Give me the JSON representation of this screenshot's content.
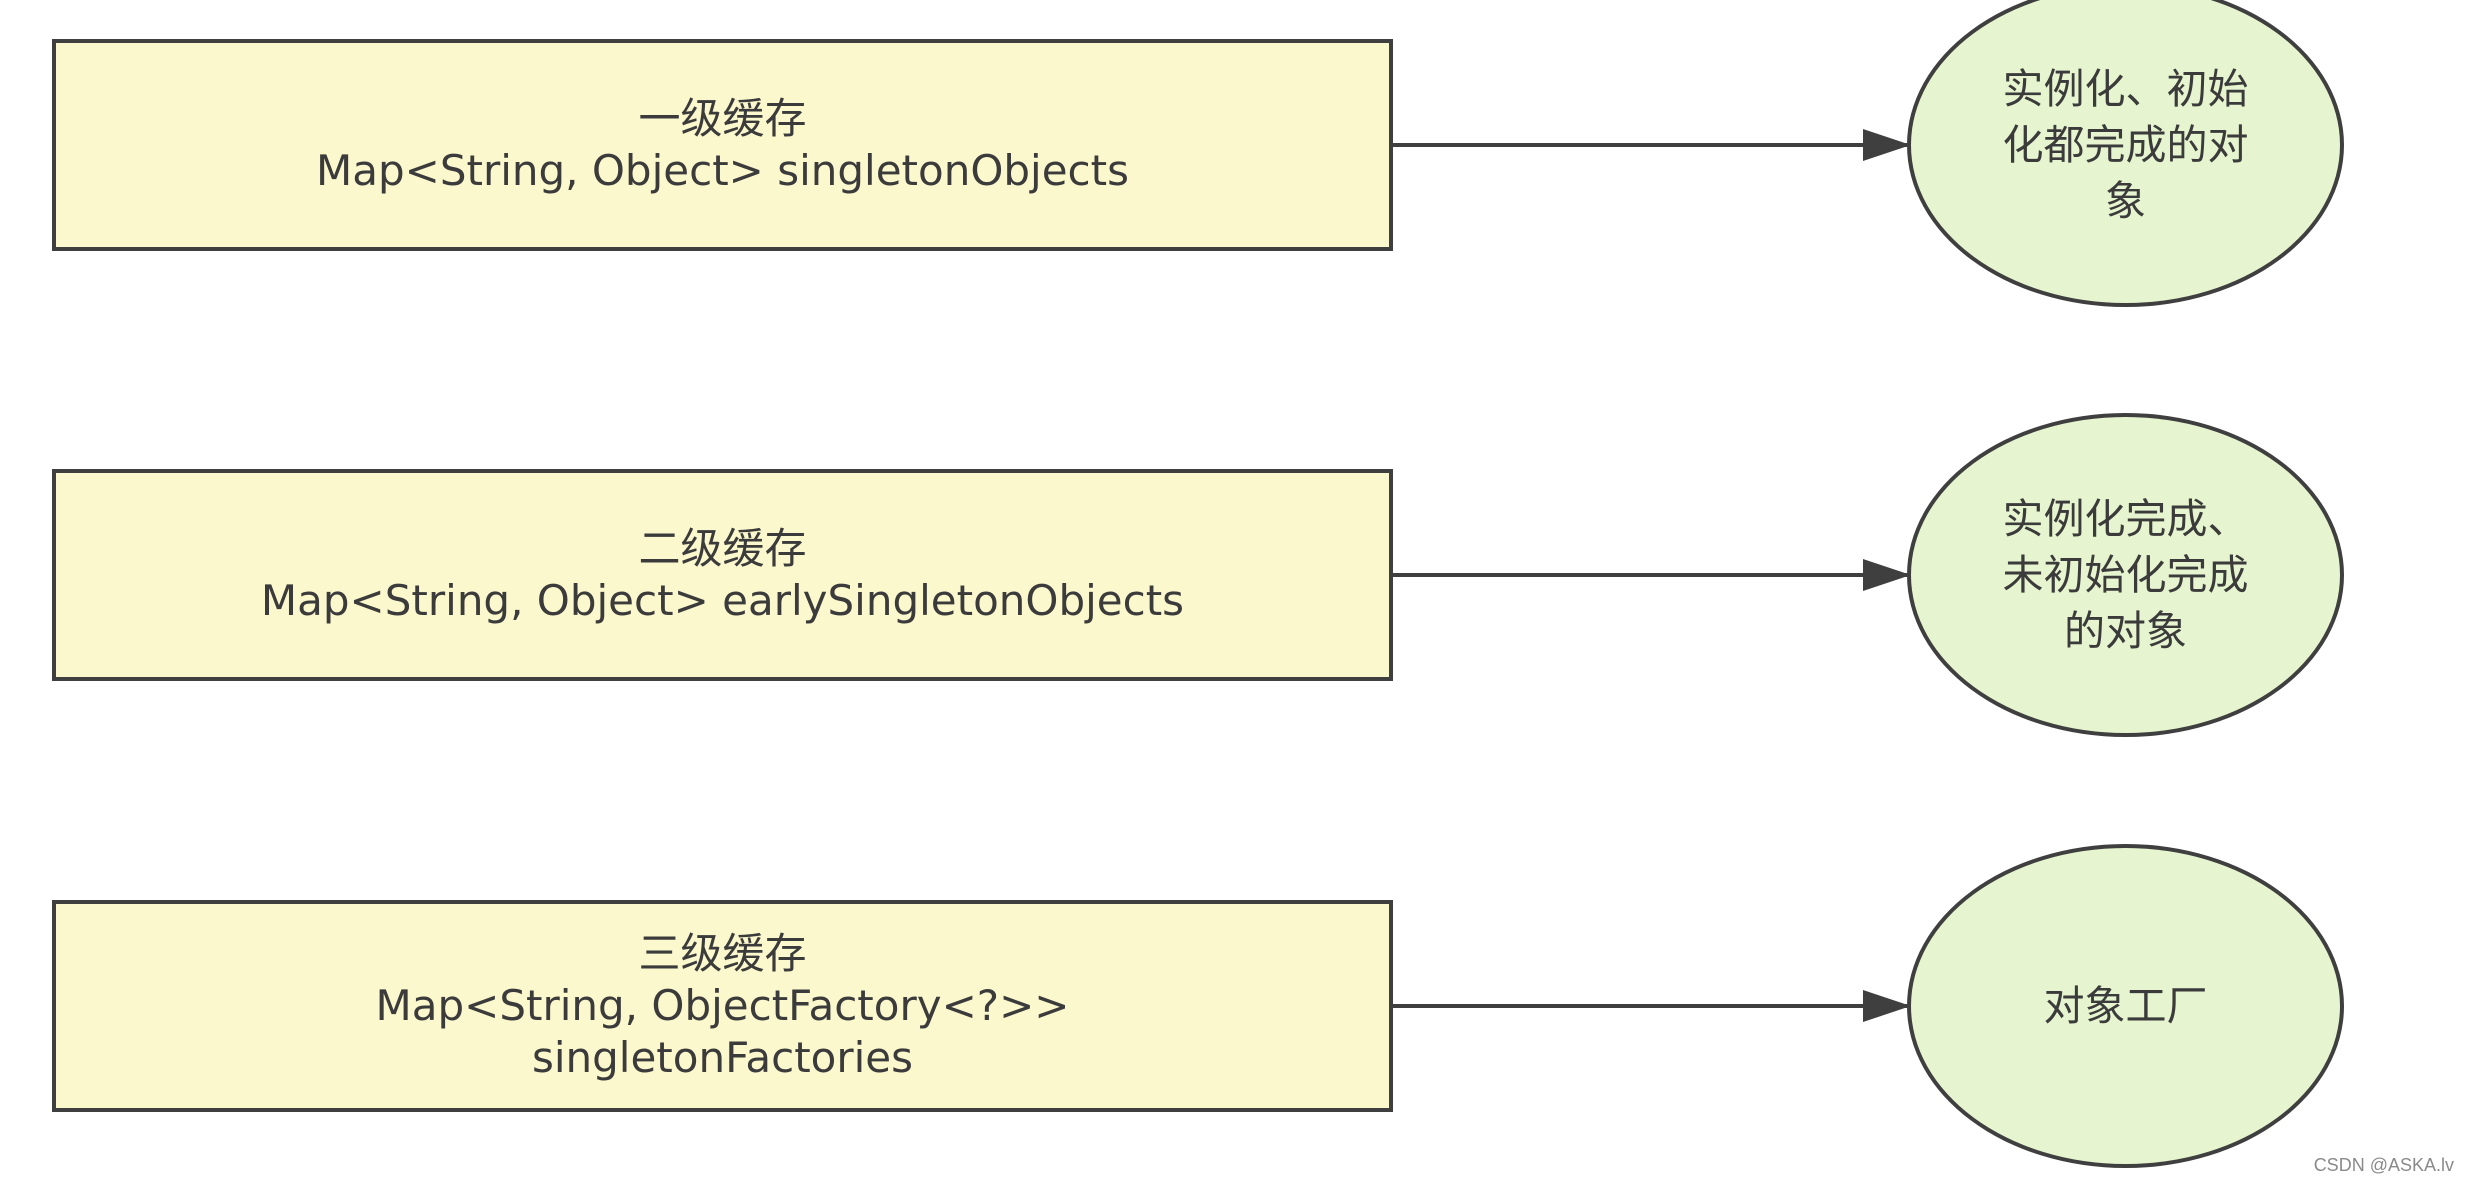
{
  "rows": [
    {
      "cache_title": "一级缓存",
      "map_line1": "Map<String, Object> singletonObjects",
      "map_line2": "",
      "node_lines": [
        "实例化、初始",
        "化都完成的对",
        "象"
      ]
    },
    {
      "cache_title": "二级缓存",
      "map_line1": "Map<String, Object> earlySingletonObjects",
      "map_line2": "",
      "node_lines": [
        "实例化完成、",
        "未初始化完成",
        "的对象"
      ]
    },
    {
      "cache_title": "三级缓存",
      "map_line1": "Map<String, ObjectFactory<?>>",
      "map_line2": "singletonFactories",
      "node_lines": [
        "对象工厂"
      ]
    }
  ],
  "watermark": "CSDN @ASKA.lv",
  "colors": {
    "box_fill": "#fbf8cd",
    "circle_fill": "#e6f5cf",
    "stroke": "#3f3f3f",
    "text": "#3b3b3b"
  }
}
